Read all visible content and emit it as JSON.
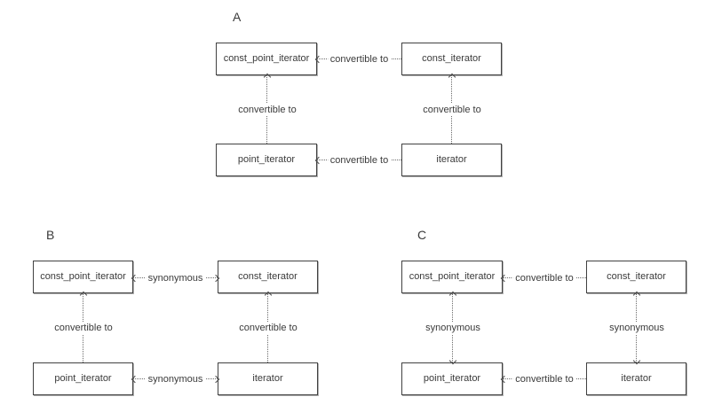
{
  "figure": {
    "description": "Three diagrams comparing relationships between iterator types",
    "colors": {
      "background": "#ffffff",
      "line": "#6b6b6b",
      "border": "#414141",
      "text": "#3a3a3a"
    },
    "diagrams": [
      {
        "label": "A",
        "nodes": [
          {
            "id": "const_point_iterator",
            "label": "const_point_iterator"
          },
          {
            "id": "const_iterator",
            "label": "const_iterator"
          },
          {
            "id": "point_iterator",
            "label": "point_iterator"
          },
          {
            "id": "iterator",
            "label": "iterator"
          }
        ],
        "edges": [
          {
            "from": "const_iterator",
            "to": "const_point_iterator",
            "label": "convertible to",
            "arrow": "single"
          },
          {
            "from": "point_iterator",
            "to": "const_point_iterator",
            "label": "convertible to",
            "arrow": "single"
          },
          {
            "from": "iterator",
            "to": "const_iterator",
            "label": "convertible to",
            "arrow": "single"
          },
          {
            "from": "iterator",
            "to": "point_iterator",
            "label": "convertible to",
            "arrow": "single"
          }
        ]
      },
      {
        "label": "B",
        "nodes": [
          {
            "id": "const_point_iterator",
            "label": "const_point_iterator"
          },
          {
            "id": "const_iterator",
            "label": "const_iterator"
          },
          {
            "id": "point_iterator",
            "label": "point_iterator"
          },
          {
            "id": "iterator",
            "label": "iterator"
          }
        ],
        "edges": [
          {
            "from": "const_iterator",
            "to": "const_point_iterator",
            "label": "synonymous",
            "arrow": "both"
          },
          {
            "from": "point_iterator",
            "to": "const_point_iterator",
            "label": "convertible to",
            "arrow": "single"
          },
          {
            "from": "iterator",
            "to": "const_iterator",
            "label": "convertible to",
            "arrow": "single"
          },
          {
            "from": "iterator",
            "to": "point_iterator",
            "label": "synonymous",
            "arrow": "both"
          }
        ]
      },
      {
        "label": "C",
        "nodes": [
          {
            "id": "const_point_iterator",
            "label": "const_point_iterator"
          },
          {
            "id": "const_iterator",
            "label": "const_iterator"
          },
          {
            "id": "point_iterator",
            "label": "point_iterator"
          },
          {
            "id": "iterator",
            "label": "iterator"
          }
        ],
        "edges": [
          {
            "from": "const_iterator",
            "to": "const_point_iterator",
            "label": "convertible to",
            "arrow": "single"
          },
          {
            "from": "point_iterator",
            "to": "const_point_iterator",
            "label": "synonymous",
            "arrow": "both"
          },
          {
            "from": "iterator",
            "to": "const_iterator",
            "label": "synonymous",
            "arrow": "both"
          },
          {
            "from": "iterator",
            "to": "point_iterator",
            "label": "convertible to",
            "arrow": "single"
          }
        ]
      }
    ]
  }
}
